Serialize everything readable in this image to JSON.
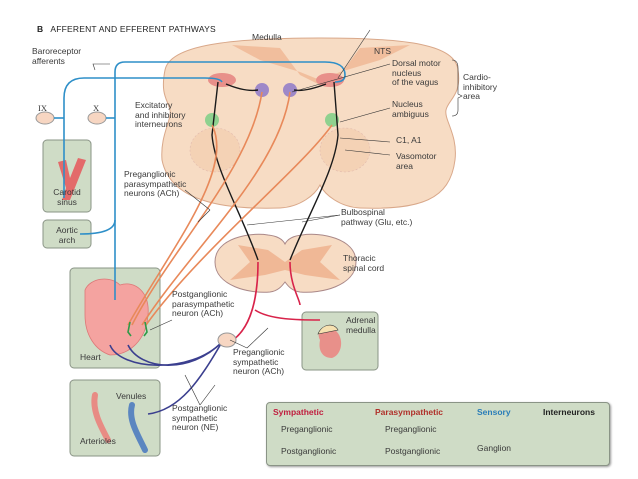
{
  "title": {
    "letter": "B",
    "text": "AFFERENT AND EFFERENT PATHWAYS"
  },
  "labels": {
    "medulla": "Medulla",
    "baroreceptor_afferents": "Baroreceptor\nafferents",
    "nerve_ix": "IX",
    "nerve_x": "X",
    "interneurons": "Excitatory\nand inhibitory\ninterneurons",
    "nts": "NTS",
    "dorsal_motor": "Dorsal motor\nnucleus\nof the vagus",
    "cardio_inhibitory": "Cardio-\ninhibitory\narea",
    "nucleus_ambiguus": "Nucleus\nambiguus",
    "c1_a1": "C1, A1",
    "vasomotor": "Vasomotor\narea",
    "carotid_sinus": "Carotid\nsinus",
    "aortic_arch": "Aortic\narch",
    "pregang_parasym": "Preganglionic\nparasympathetic\nneurons (ACh)",
    "bulbospinal": "Bulbospinal\npathway (Glu, etc.)",
    "thoracic": "Thoracic\nspinal cord",
    "heart": "Heart",
    "postgang_parasym": "Postganglionic\nparasympathetic\nneuron (ACh)",
    "adrenal": "Adrenal\nmedulla",
    "pregang_sym": "Preganglionic\nsympathetic\nneuron (ACh)",
    "venules": "Venules",
    "arterioles": "Arterioles",
    "postgang_sym": "Postganglionic\nsympathetic\nneuron (NE)"
  },
  "legend": {
    "sympathetic": {
      "title": "Sympathetic",
      "pre": "Preganglionic",
      "post": "Postganglionic"
    },
    "parasympathetic": {
      "title": "Parasympathetic",
      "pre": "Preganglionic",
      "post": "Postganglionic"
    },
    "sensory": {
      "title": "Sensory"
    },
    "interneurons": {
      "title": "Interneurons"
    },
    "ganglion": "Ganglion"
  },
  "colors": {
    "sympathetic_pre": "#d8234a",
    "sympathetic_post": "#3b3f8f",
    "parasympathetic_pre": "#e8895a",
    "parasympathetic_post": "#2e9a48",
    "sensory": "#2e8fc8",
    "interneuron": "#1a1a1a",
    "tissue": "#f7dcc4",
    "tissue_dark": "#f0b896",
    "box_bg": "#cfdcc6"
  }
}
